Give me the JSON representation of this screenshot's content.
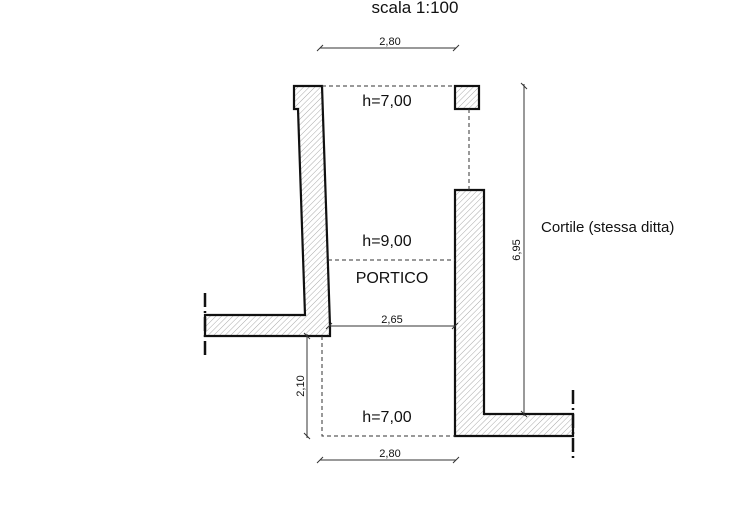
{
  "title": "scala 1:100",
  "labels": {
    "top_height": "h=7,00",
    "middle_height": "h=9,00",
    "portico": "PORTICO",
    "bottom_height": "h=7,00",
    "courtyard": "Cortile (stessa ditta)"
  },
  "dimensions": {
    "top_width": "2,80",
    "portico_width": "2,65",
    "bottom_width": "2,80",
    "right_height": "6,95",
    "left_offset": "2,10"
  }
}
